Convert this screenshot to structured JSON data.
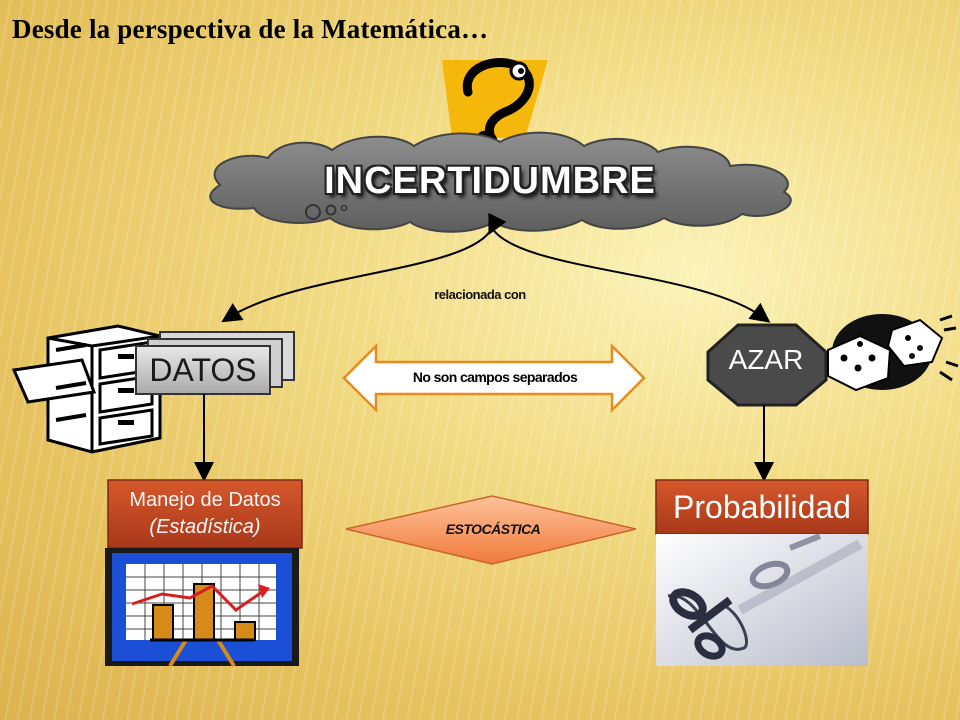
{
  "slide": {
    "title": "Desde la perspectiva de la Matemática…",
    "central_concept": "INCERTIDUMBRE",
    "relation_label": "relacionada con",
    "left_concept": "DATOS",
    "right_concept": "AZAR",
    "middle_arrow_label": "No son campos separados",
    "left_branch_line1": "Manejo de Datos",
    "left_branch_line2": "(Estadística)",
    "right_branch": "Probabilidad",
    "bottom_diamond_label": "ESTOCÁSTICA"
  },
  "icons": [
    "question-mark-icon",
    "file-cabinet-icon",
    "dice-icon",
    "bar-chart-icon",
    "percent-icon"
  ],
  "colors": {
    "background": "#f2dc85",
    "cloud": "#7a7a7a",
    "arrow_outline": "#e98a1f",
    "branch_box": "#c4471f",
    "octagon": "#4a4a4a",
    "chart_frame": "#1a4fd6",
    "chart_bar": "#d68a17",
    "chart_line": "#d81f1f",
    "question_yellow": "#f5b80a"
  }
}
